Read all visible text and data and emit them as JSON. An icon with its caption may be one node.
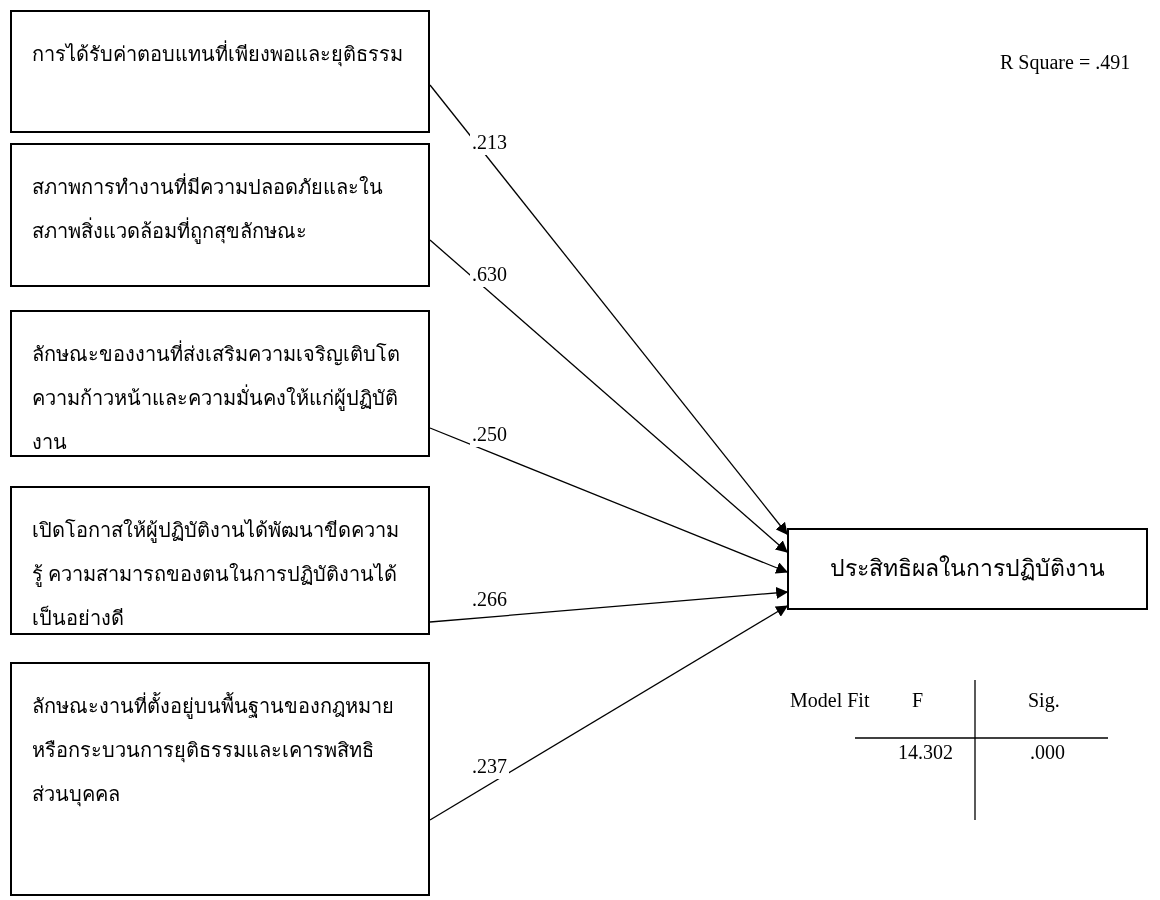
{
  "diagram": {
    "nodes": [
      {
        "text": [
          "การได้รับค่าตอบแทนที่เพียงพอและยุติธรรม"
        ]
      },
      {
        "text": [
          "สภาพการทำงานที่มีความปลอดภัยและในสภาพสิ่งแวดล้อมที่ถูกสุขลักษณะ"
        ]
      },
      {
        "text": [
          "ลักษณะของงานที่ส่งเสริมความเจริญเติบโต ความก้าวหน้าและความมั่นคงให้แก่ผู้ปฏิบัติงาน"
        ]
      },
      {
        "text": [
          "เปิดโอกาสให้ผู้ปฏิบัติงานได้พัฒนาขีดความรู้ ความสามารถของตนในการปฏิบัติงานได้เป็นอย่างดี"
        ]
      },
      {
        "text": [
          "ลักษณะงานที่ตั้งอยู่บนพื้นฐานของกฎหมาย หรือกระบวนการยุติธรรมและเคารพสิทธิส่วนบุคคล"
        ]
      },
      {
        "text": [
          "ประสิทธิผลในการปฏิบัติงาน"
        ]
      }
    ],
    "edges": [
      {
        "from": 0,
        "to": 5,
        "arrow": "to",
        "label": ".213"
      },
      {
        "from": 1,
        "to": 5,
        "arrow": "to",
        "label": ".630"
      },
      {
        "from": 2,
        "to": 5,
        "arrow": "to",
        "label": ".250"
      },
      {
        "from": 3,
        "to": 5,
        "arrow": "to",
        "label": ".266"
      },
      {
        "from": 4,
        "to": 5,
        "arrow": "to",
        "label": ".237"
      }
    ],
    "labels": [
      "R Square = .491",
      "Model Fit",
      "F",
      "Sig.",
      "14.302",
      ".000"
    ]
  }
}
